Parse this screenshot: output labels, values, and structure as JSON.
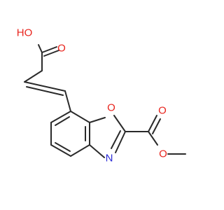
{
  "molecule": {
    "atoms": [
      {
        "label": "HO",
        "color": "#e8231c"
      },
      {
        "label": "O",
        "color": "#e8231c"
      },
      {
        "label": "O",
        "color": "#e8231c"
      },
      {
        "label": "N",
        "color": "#2b2bd6"
      },
      {
        "label": "O",
        "color": "#e8231c"
      },
      {
        "label": "O",
        "color": "#e8231c"
      }
    ]
  },
  "colors": {
    "bond": "#2a2a2a",
    "oxygen": "#e8231c",
    "nitrogen": "#2b2bd6",
    "background": "#ffffff"
  }
}
